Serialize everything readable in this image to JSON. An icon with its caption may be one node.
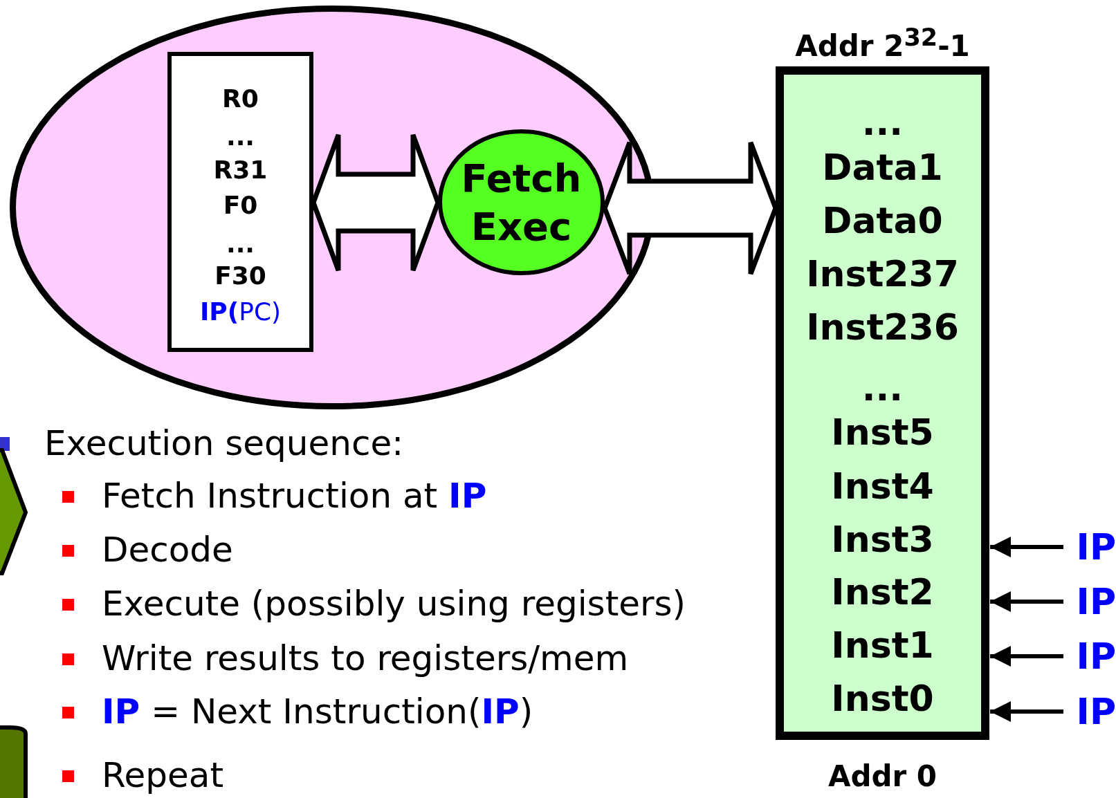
{
  "diagram": {
    "nodes": [
      {
        "text": [],
        "shape": "ellipse"
      },
      {
        "text": [
          "R0",
          "...",
          "R31",
          "F0",
          "...",
          "F30",
          "**IP(**PC)"
        ],
        "in": 0
      },
      {
        "text": [
          "Fetch Exec"
        ],
        "in": 0
      },
      {
        "text": [
          "...",
          "Data1",
          "Data0",
          "Inst237",
          "Inst236",
          "...",
          "Inst5",
          "Inst4",
          "Inst3",
          "Inst2",
          "Inst1",
          "Inst0"
        ],
        "beside": [
          "Addr 2$^{32}$-1",
          "Addr 0"
        ]
      },
      {
        "text": [
          "IP"
        ]
      },
      {
        "text": [
          "IP"
        ]
      },
      {
        "text": [
          "IP"
        ]
      },
      {
        "text": [
          "IP"
        ]
      },
      {
        "text": [],
        "shape": "chevron"
      },
      {
        "text": [],
        "shape": "tab"
      }
    ],
    "edges": [
      {
        "from": 1,
        "to": 2,
        "arrow": "both",
        "style": "thick"
      },
      {
        "from": 2,
        "to": 3,
        "arrow": "both",
        "style": "thick"
      },
      {
        "from": 4,
        "to": 3,
        "arrow": "to"
      },
      {
        "from": 5,
        "to": 3,
        "arrow": "to"
      },
      {
        "from": 6,
        "to": 3,
        "arrow": "to"
      },
      {
        "from": 7,
        "to": 3,
        "arrow": "to"
      }
    ],
    "labels": [
      "Execution sequence:",
      "Fetch Instruction at **IP**",
      "Decode",
      "Execute (possibly using registers)",
      "Write results to registers/mem",
      "**IP** = Next Instruction(**IP**)",
      "Repeat"
    ]
  }
}
